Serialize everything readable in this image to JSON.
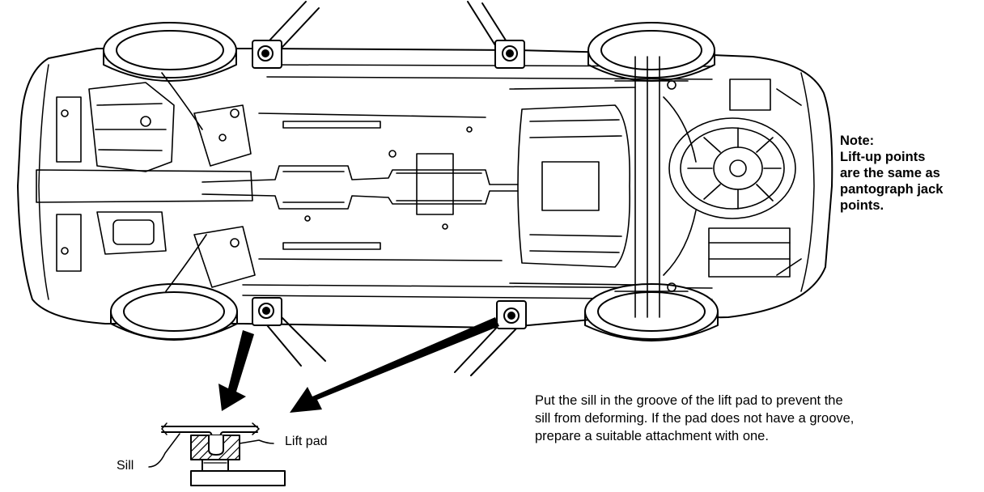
{
  "note": {
    "lines": [
      "Note:",
      "Lift-up points",
      "are the same as",
      "pantograph jack",
      "points."
    ]
  },
  "instruction": {
    "lines": [
      "Put the sill in the groove of the lift pad to prevent the",
      "sill from deforming. If the pad does not have a groove,",
      "prepare a suitable attachment with one."
    ]
  },
  "labels": {
    "sill": "Sill",
    "lift_pad": "Lift pad"
  }
}
